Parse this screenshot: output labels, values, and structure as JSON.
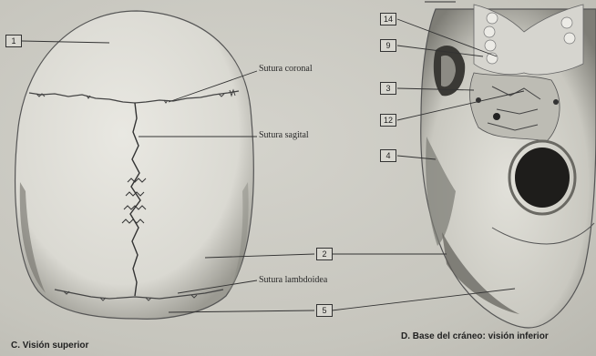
{
  "left_view": {
    "caption": "C. Visión superior",
    "numbers": {
      "n1": "1",
      "n2": "2",
      "n5": "5"
    },
    "labels": {
      "coronal": "Sutura coronal",
      "sagital": "Sutura sagital",
      "lambdoidea": "Sutura lambdoidea"
    }
  },
  "right_view": {
    "caption": "D. Base del cráneo: visión inferior",
    "numbers": {
      "n14": "14",
      "n9": "9",
      "n3": "3",
      "n12": "12",
      "n4": "4"
    }
  }
}
